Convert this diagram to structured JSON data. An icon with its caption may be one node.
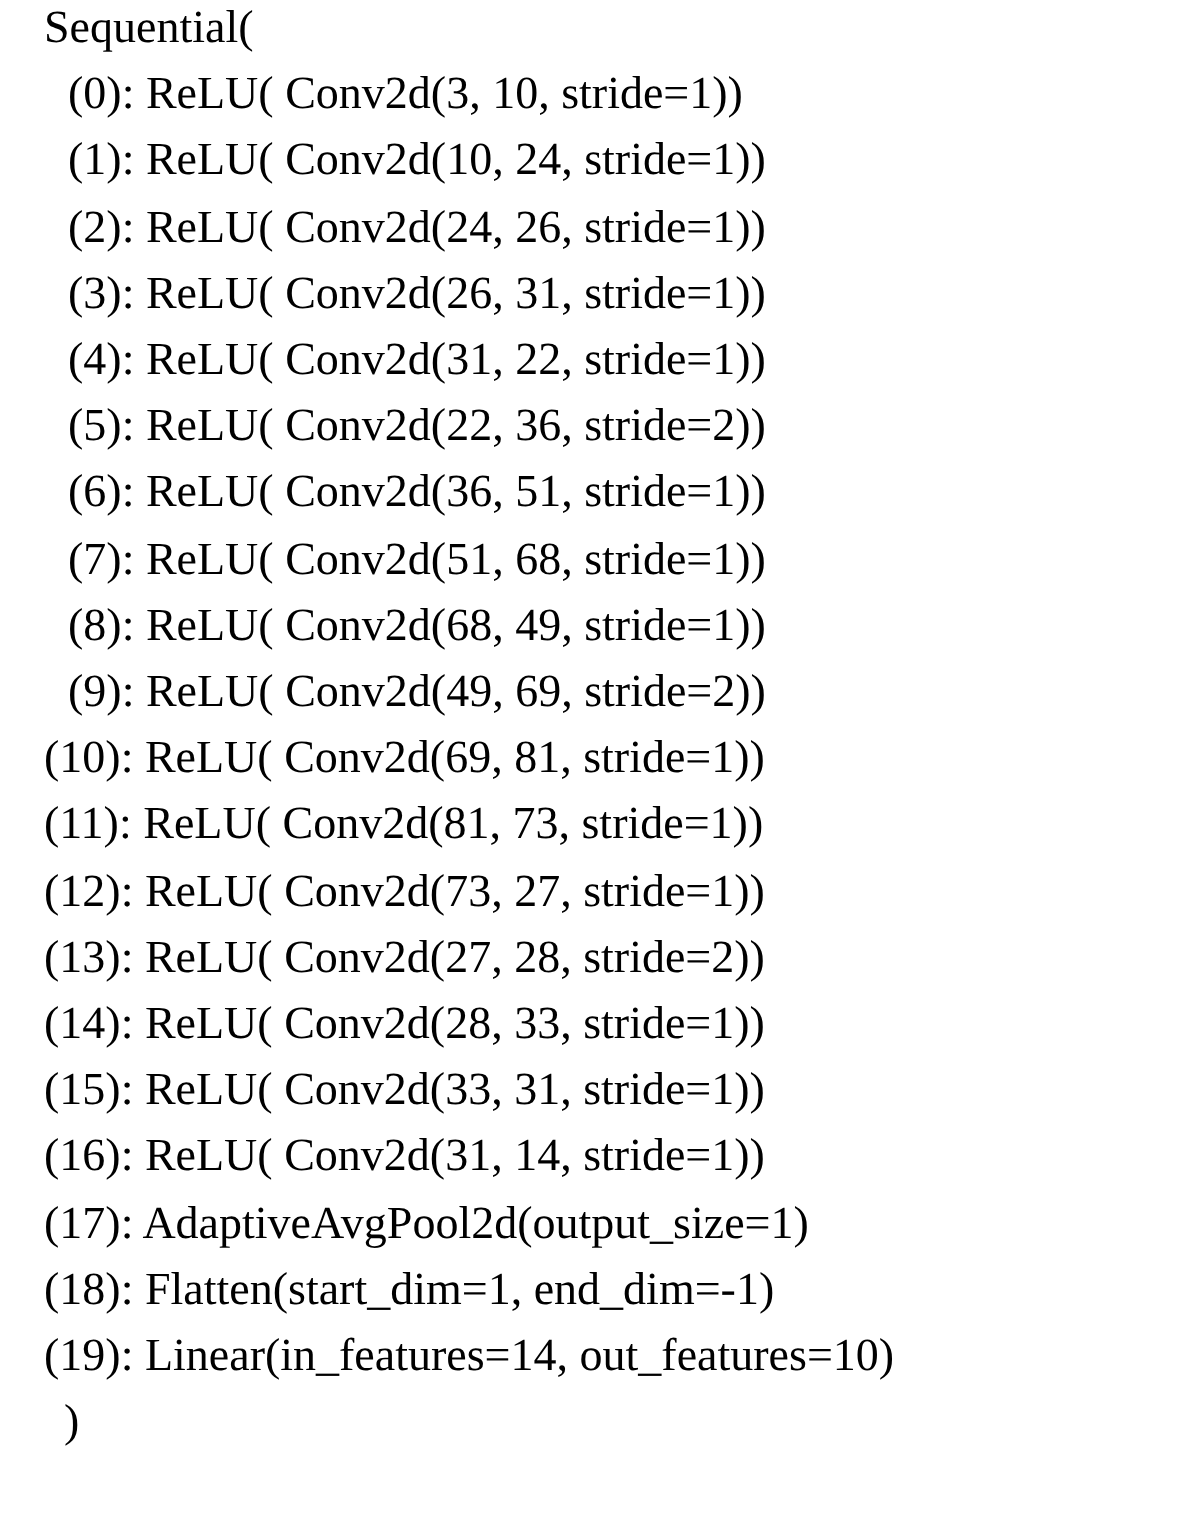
{
  "diagram": {
    "labels": [
      "Sequential(",
      "(0): ReLU( Conv2d(3, 10, stride=1))",
      "(1): ReLU( Conv2d(10, 24, stride=1))",
      "(2): ReLU( Conv2d(24, 26, stride=1))",
      "(3): ReLU( Conv2d(26, 31, stride=1))",
      "(4): ReLU( Conv2d(31, 22, stride=1))",
      "(5): ReLU( Conv2d(22, 36, stride=2))",
      "(6): ReLU( Conv2d(36, 51, stride=1))",
      "(7): ReLU( Conv2d(51, 68, stride=1))",
      "(8): ReLU( Conv2d(68, 49, stride=1))",
      "(9): ReLU( Conv2d(49, 69, stride=2))",
      "(10): ReLU( Conv2d(69, 81, stride=1))",
      "(11): ReLU( Conv2d(81, 73, stride=1))",
      "(12): ReLU( Conv2d(73, 27, stride=1))",
      "(13): ReLU( Conv2d(27, 28, stride=2))",
      "(14): ReLU( Conv2d(28, 33, stride=1))",
      "(15): ReLU( Conv2d(33, 31, stride=1))",
      "(16): ReLU( Conv2d(31, 14, stride=1))",
      "(17): AdaptiveAvgPool2d(output_size=1)",
      "(18): Flatten(start_dim=1, end_dim=-1)",
      "(19): Linear(in_features=14, out_features=10)",
      ")"
    ]
  }
}
